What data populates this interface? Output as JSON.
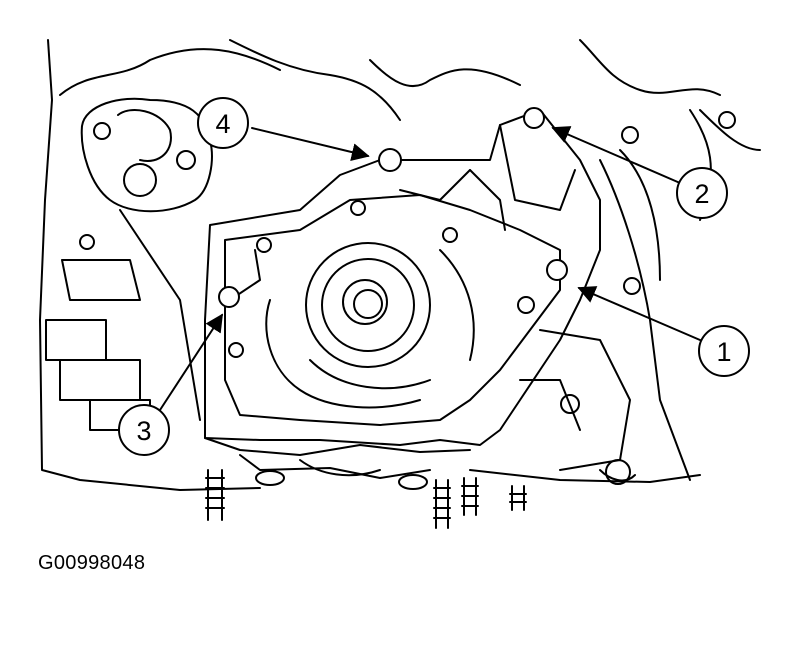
{
  "figure": {
    "id_label": "G00998048",
    "callouts": [
      {
        "number": "1",
        "target": "bolt-right"
      },
      {
        "number": "2",
        "target": "bolt-top-right"
      },
      {
        "number": "3",
        "target": "bolt-left"
      },
      {
        "number": "4",
        "target": "bolt-top"
      }
    ]
  },
  "colors": {
    "ink": "#000000",
    "paper": "#ffffff"
  }
}
